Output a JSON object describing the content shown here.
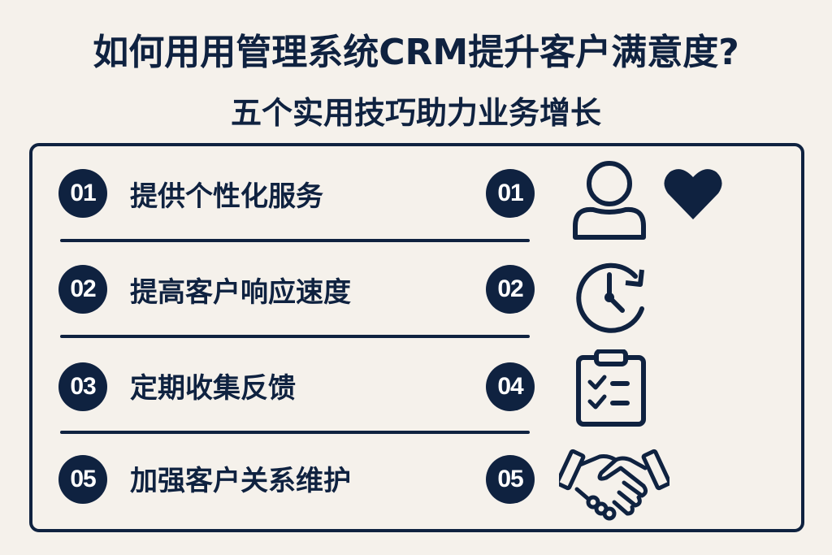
{
  "header": {
    "title": "如何用用管理系统CRM提升客户满意度?",
    "subtitle": "五个实用技巧助力业务增长"
  },
  "colors": {
    "background": "#f5f1eb",
    "primary": "#0f2240",
    "badge_text": "#ffffff"
  },
  "items": [
    {
      "number": "01",
      "label": "提供个性化服务",
      "icon_number": "01",
      "icons": [
        "user-icon",
        "heart-icon"
      ]
    },
    {
      "number": "02",
      "label": "提高客户响应速度",
      "icon_number": "02",
      "icons": [
        "clock-refresh-icon"
      ]
    },
    {
      "number": "03",
      "label": "定期收集反馈",
      "icon_number": "04",
      "icons": [
        "clipboard-checklist-icon"
      ]
    },
    {
      "number": "05",
      "label": "加强客户关系维护",
      "icon_number": "05",
      "icons": [
        "handshake-icon"
      ]
    }
  ]
}
